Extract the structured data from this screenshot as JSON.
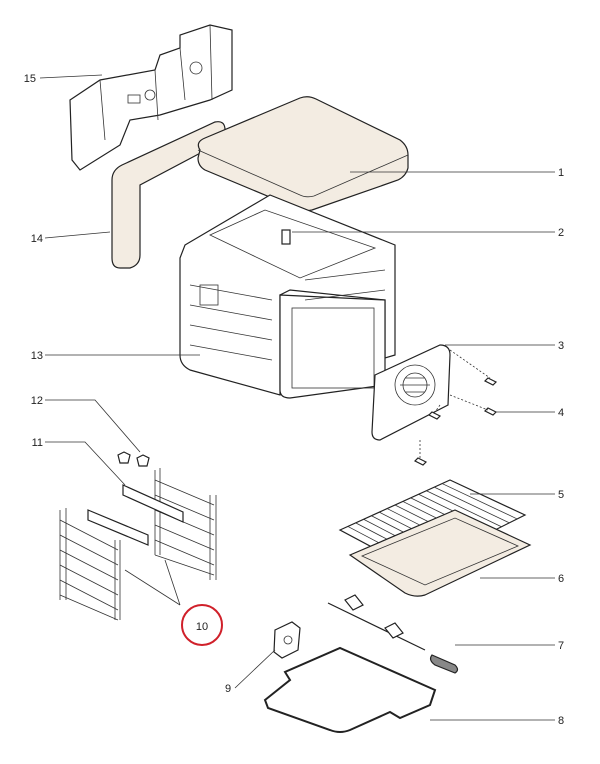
{
  "diagram": {
    "title": "Oven exploded parts view",
    "labels": {
      "p1": "1",
      "p2": "2",
      "p3": "3",
      "p4": "4",
      "p5": "5",
      "p6": "6",
      "p7": "7",
      "p8": "8",
      "p9": "9",
      "p10": "10",
      "p11": "11",
      "p12": "12",
      "p13": "13",
      "p14": "14",
      "p15": "15"
    },
    "highlight_color": "#d0202a"
  }
}
